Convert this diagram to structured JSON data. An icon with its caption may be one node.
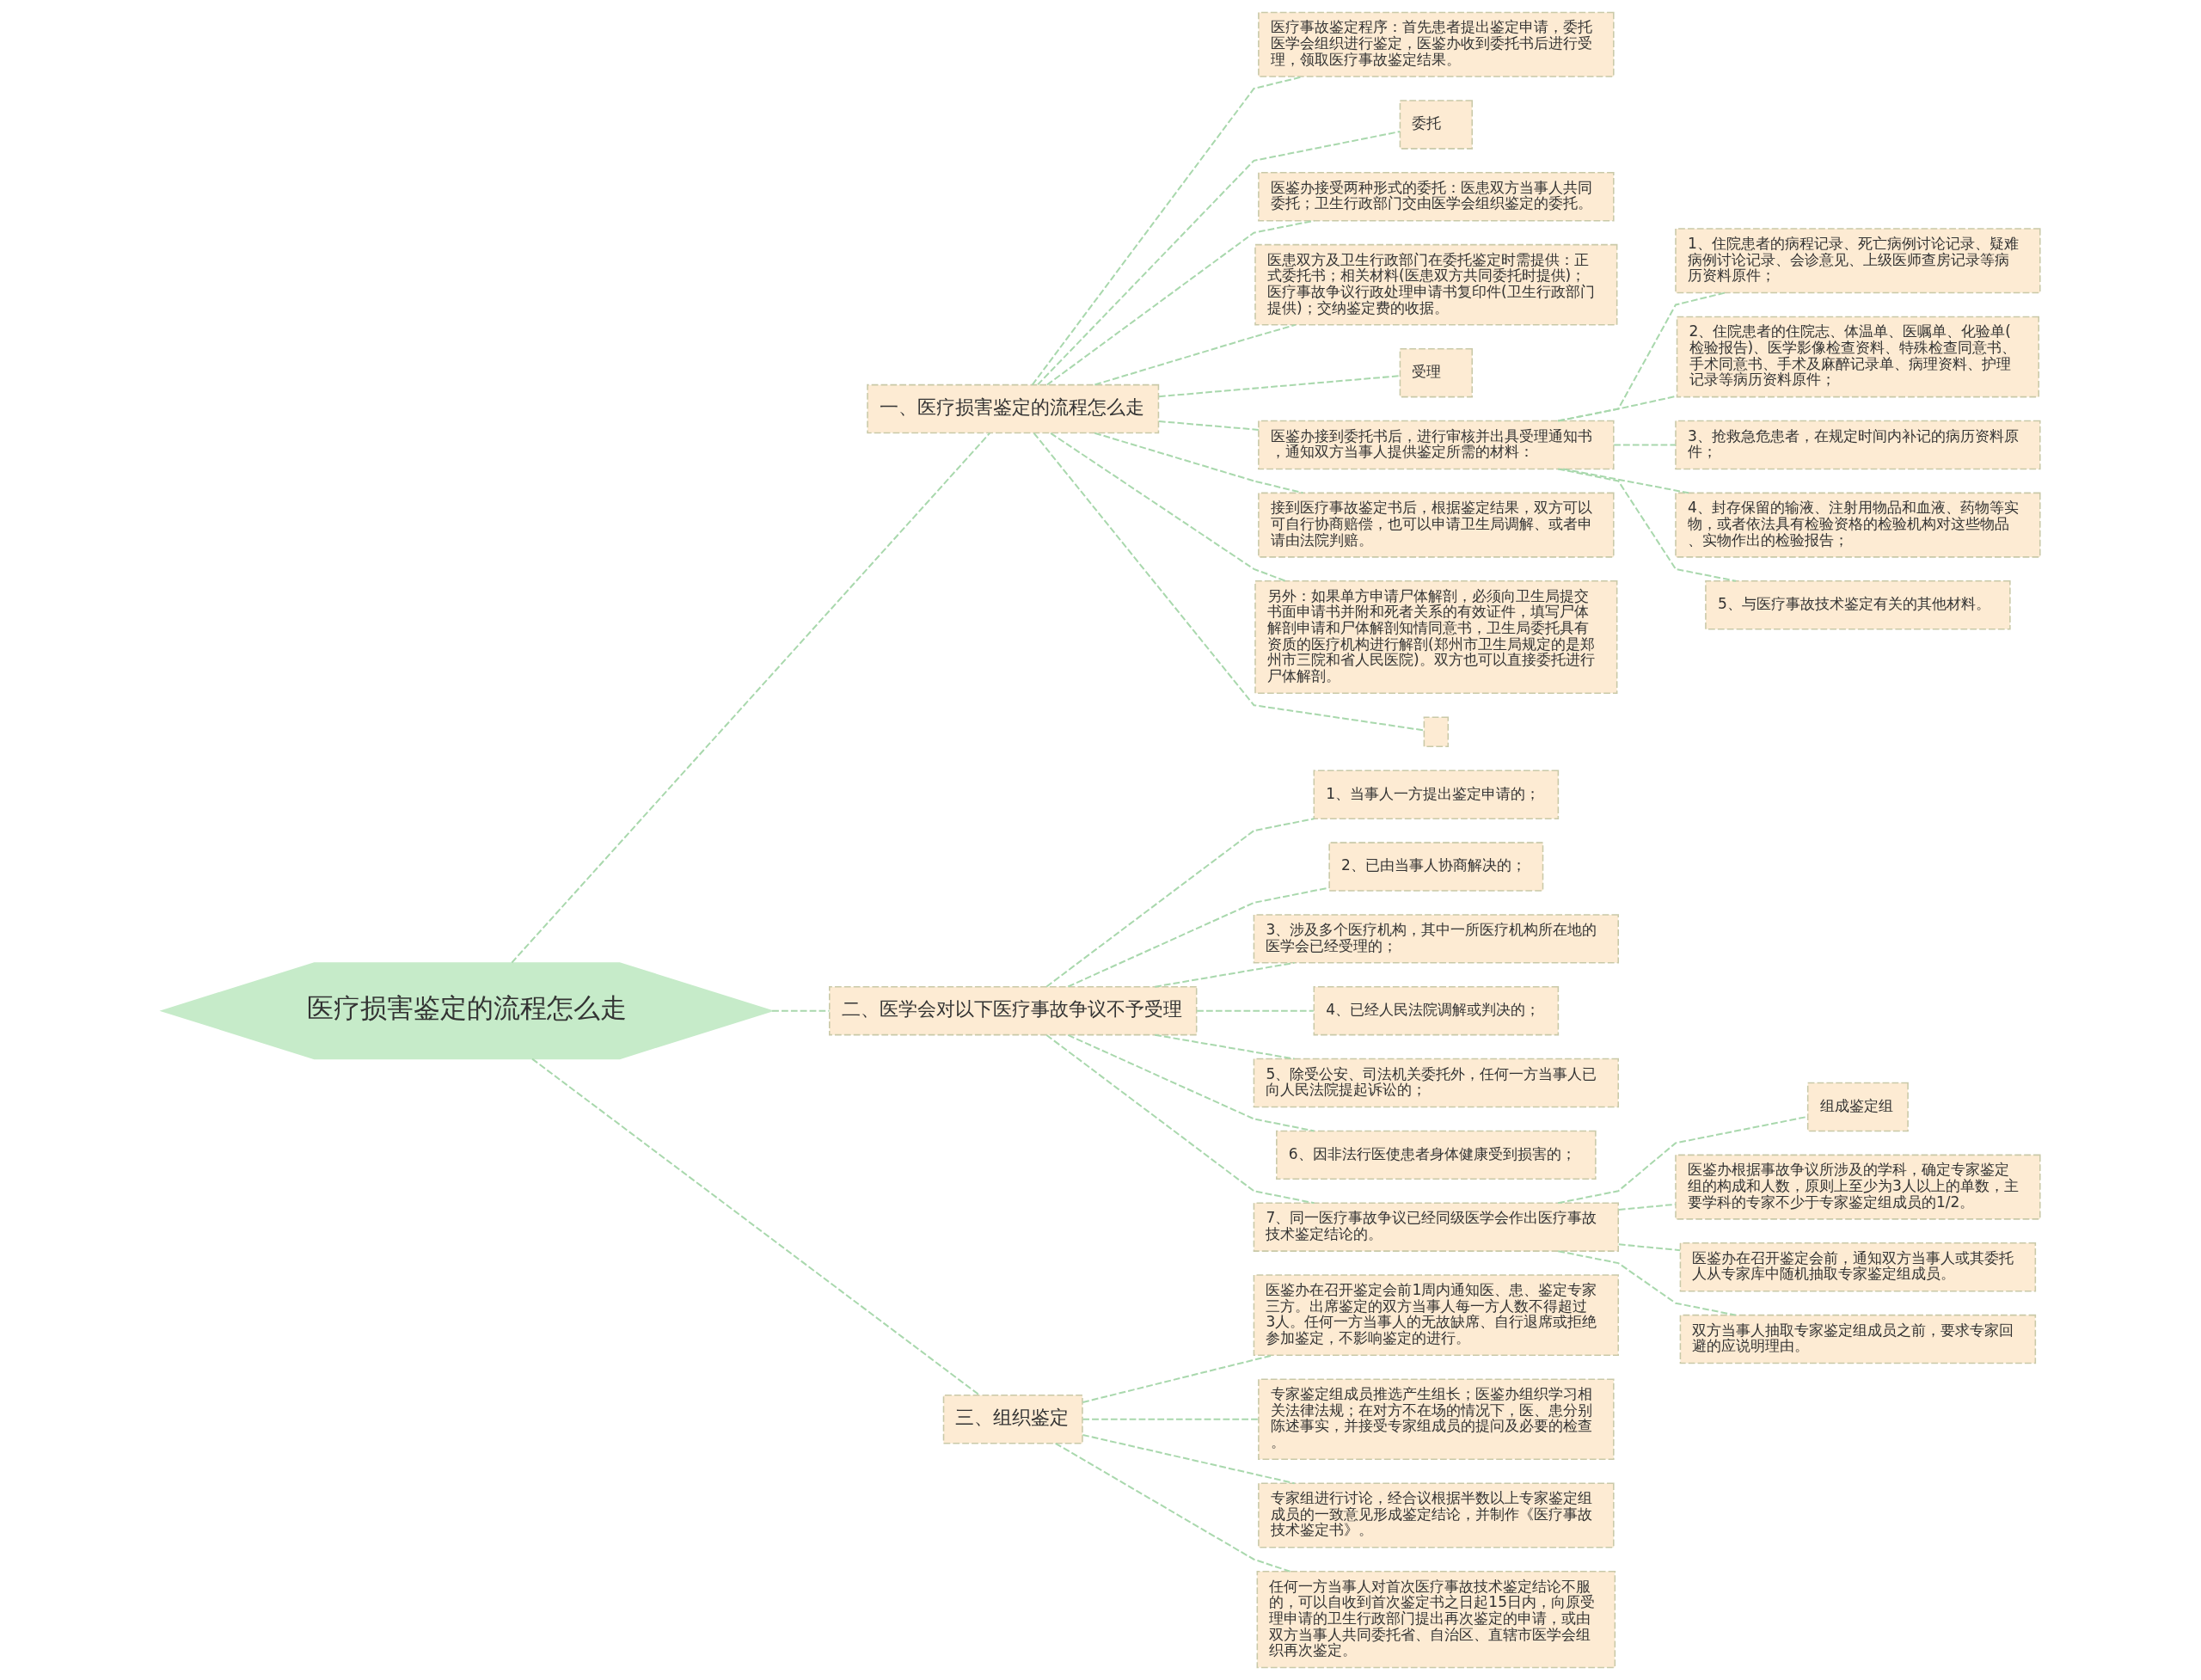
{
  "diagram": {
    "nodes": [
      {
        "text": [
          "医疗损害鉴定的流程怎么走"
        ]
      },
      {
        "text": [
          "一、医疗损害鉴定的流程怎么走"
        ]
      },
      {
        "text": [
          "医疗事故鉴定程序：首先患者提出鉴定申请，委托医学会组织进行鉴定，医鉴办收到委托书后进行受理，领取医疗事故鉴定结果。"
        ]
      },
      {
        "text": [
          "委托"
        ]
      },
      {
        "text": [
          "医鉴办接受两种形式的委托：医患双方当事人共同委托；卫生行政部门交由医学会组织鉴定的委托。"
        ]
      },
      {
        "text": [
          "医患双方及卫生行政部门在委托鉴定时需提供：正式委托书；相关材料(医患双方共同委托时提供)；医疗事故争议行政处理申请书复印件(卫生行政部门提供)；交纳鉴定费的收据。"
        ]
      },
      {
        "text": [
          "受理"
        ]
      },
      {
        "text": [
          "医鉴办接到委托书后，进行审核并出具受理通知书，通知双方当事人提供鉴定所需的材料："
        ]
      },
      {
        "text": [
          "1、住院患者的病程记录、死亡病例讨论记录、疑难病例讨论记录、会诊意见、上级医师查房记录等病历资料原件；"
        ]
      },
      {
        "text": [
          "2、住院患者的住院志、体温单、医嘱单、化验单(检验报告)、医学影像检查资料、特殊检查同意书、手术同意书、手术及麻醉记录单、病理资料、护理记录等病历资料原件；"
        ]
      },
      {
        "text": [
          "3、抢救急危患者，在规定时间内补记的病历资料原件；"
        ]
      },
      {
        "text": [
          "4、封存保留的输液、注射用物品和血液、药物等实物，或者依法具有检验资格的检验机构对这些物品、实物作出的检验报告；"
        ]
      },
      {
        "text": [
          "5、与医疗事故技术鉴定有关的其他材料。"
        ]
      },
      {
        "text": [
          "接到医疗事故鉴定书后，根据鉴定结果，双方可以可自行协商赔偿，也可以申请卫生局调解、或者申请由法院判赔。"
        ]
      },
      {
        "text": [
          "另外：如果单方申请尸体解剖，必须向卫生局提交书面申请书并附和死者关系的有效证件，填写尸体解剖申请和尸体解剖知情同意书，卫生局委托具有资质的医疗机构进行解剖(郑州市卫生局规定的是郑州市三院和省人民医院)。双方也可以直接委托进行尸体解剖。"
        ]
      },
      {
        "text": [],
        "shape": "box"
      },
      {
        "text": [
          "二、医学会对以下医疗事故争议不予受理"
        ]
      },
      {
        "text": [
          "1、当事人一方提出鉴定申请的；"
        ]
      },
      {
        "text": [
          "2、已由当事人协商解决的；"
        ]
      },
      {
        "text": [
          "3、涉及多个医疗机构，其中一所医疗机构所在地的医学会已经受理的；"
        ]
      },
      {
        "text": [
          "4、已经人民法院调解或判决的；"
        ]
      },
      {
        "text": [
          "5、除受公安、司法机关委托外，任何一方当事人已向人民法院提起诉讼的；"
        ]
      },
      {
        "text": [
          "6、因非法行医使患者身体健康受到损害的；"
        ]
      },
      {
        "text": [
          "7、同一医疗事故争议已经同级医学会作出医疗事故技术鉴定结论的。"
        ]
      },
      {
        "text": [
          "组成鉴定组"
        ]
      },
      {
        "text": [
          "医鉴办根据事故争议所涉及的学科，确定专家鉴定组的构成和人数，原则上至少为3人以上的单数，主要学科的专家不少于专家鉴定组成员的1/2。"
        ]
      },
      {
        "text": [
          "医鉴办在召开鉴定会前，通知双方当事人或其委托人从专家库中随机抽取专家鉴定组成员。"
        ]
      },
      {
        "text": [
          "双方当事人抽取专家鉴定组成员之前，要求专家回避的应说明理由。"
        ]
      },
      {
        "text": [
          "三、组织鉴定"
        ]
      },
      {
        "text": [
          "医鉴办在召开鉴定会前1周内通知医、患、鉴定专家三方。出席鉴定的双方当事人每一方人数不得超过3人。任何一方当事人的无故缺席、自行退席或拒绝参加鉴定，不影响鉴定的进行。"
        ]
      },
      {
        "text": [
          "专家鉴定组成员推选产生组长；医鉴办组织学习相关法律法规；在对方不在场的情况下，医、患分别陈述事实，并接受专家组成员的提问及必要的检查。"
        ]
      },
      {
        "text": [
          "专家组进行讨论，经合议根据半数以上专家鉴定组成员的一致意见形成鉴定结论，并制作《医疗事故技术鉴定书》。"
        ]
      },
      {
        "text": [
          "任何一方当事人对首次医疗事故技术鉴定结论不服的，可以自收到首次鉴定书之日起15日内，向原受理申请的卫生行政部门提出再次鉴定的申请，或由双方当事人共同委托省、自治区、直辖市医学会组织再次鉴定。"
        ]
      }
    ],
    "edges": [
      {
        "from": 0,
        "to": 1,
        "arrow": "none"
      },
      {
        "from": 1,
        "to": 2,
        "arrow": "none"
      },
      {
        "from": 1,
        "to": 3,
        "arrow": "none"
      },
      {
        "from": 1,
        "to": 4,
        "arrow": "none"
      },
      {
        "from": 1,
        "to": 5,
        "arrow": "none"
      },
      {
        "from": 1,
        "to": 6,
        "arrow": "none"
      },
      {
        "from": 1,
        "to": 7,
        "arrow": "none"
      },
      {
        "from": 7,
        "to": 8,
        "arrow": "none"
      },
      {
        "from": 7,
        "to": 9,
        "arrow": "none"
      },
      {
        "from": 7,
        "to": 10,
        "arrow": "none"
      },
      {
        "from": 7,
        "to": 11,
        "arrow": "none"
      },
      {
        "from": 7,
        "to": 12,
        "arrow": "none"
      },
      {
        "from": 1,
        "to": 13,
        "arrow": "none"
      },
      {
        "from": 1,
        "to": 14,
        "arrow": "none"
      },
      {
        "from": 1,
        "to": 15,
        "arrow": "none"
      },
      {
        "from": 0,
        "to": 16,
        "arrow": "none"
      },
      {
        "from": 16,
        "to": 17,
        "arrow": "none"
      },
      {
        "from": 16,
        "to": 18,
        "arrow": "none"
      },
      {
        "from": 16,
        "to": 19,
        "arrow": "none"
      },
      {
        "from": 16,
        "to": 20,
        "arrow": "none"
      },
      {
        "from": 16,
        "to": 21,
        "arrow": "none"
      },
      {
        "from": 16,
        "to": 22,
        "arrow": "none"
      },
      {
        "from": 16,
        "to": 23,
        "arrow": "none"
      },
      {
        "from": 23,
        "to": 24,
        "arrow": "none"
      },
      {
        "from": 23,
        "to": 25,
        "arrow": "none"
      },
      {
        "from": 23,
        "to": 26,
        "arrow": "none"
      },
      {
        "from": 23,
        "to": 27,
        "arrow": "none"
      },
      {
        "from": 0,
        "to": 28,
        "arrow": "none"
      },
      {
        "from": 28,
        "to": 29,
        "arrow": "none"
      },
      {
        "from": 28,
        "to": 30,
        "arrow": "none"
      },
      {
        "from": 28,
        "to": 31,
        "arrow": "none"
      },
      {
        "from": 28,
        "to": 32,
        "arrow": "none"
      }
    ]
  }
}
